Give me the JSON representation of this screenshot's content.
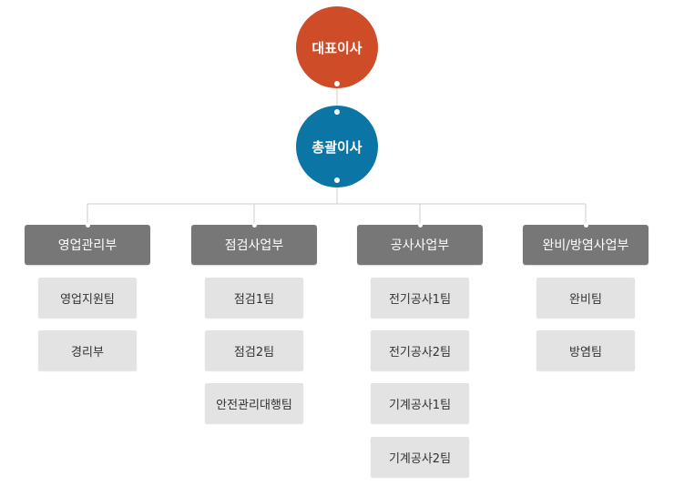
{
  "ceo": {
    "label": "대표이사",
    "color": "#cf4c28"
  },
  "gm": {
    "label": "총괄이사",
    "color": "#0b76a6"
  },
  "departments": [
    {
      "label": "영업관리부",
      "teams": [
        "영업지원팀",
        "경리부"
      ]
    },
    {
      "label": "점검사업부",
      "teams": [
        "점검1팀",
        "점검2팀",
        "안전관리대행팀"
      ]
    },
    {
      "label": "공사사업부",
      "teams": [
        "전기공사1팀",
        "전기공사2팀",
        "기계공사1팀",
        "기계공사2팀"
      ]
    },
    {
      "label": "완비/방염사업부",
      "teams": [
        "완비팀",
        "방염팀"
      ]
    }
  ]
}
